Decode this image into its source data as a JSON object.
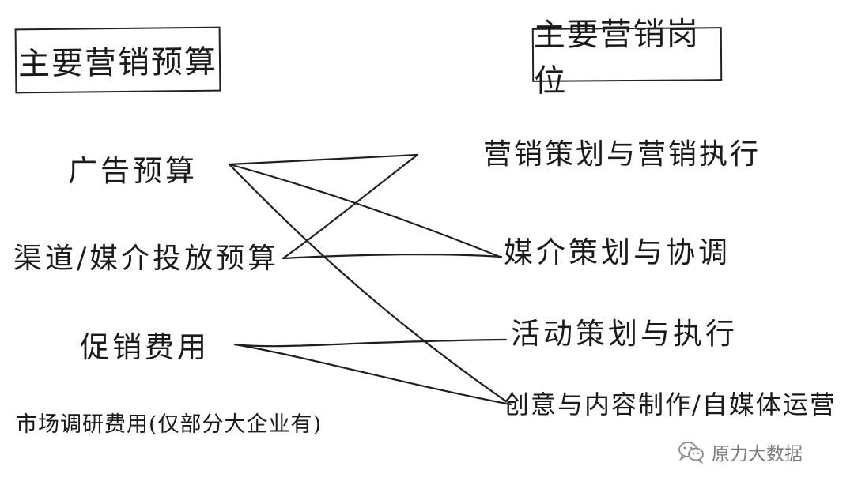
{
  "headers": {
    "left": "主要营销预算",
    "right": "主要营销岗位"
  },
  "budgets": {
    "ad": "广告预算",
    "media": "渠道/媒介投放预算",
    "promo": "促销费用",
    "research": "市场调研费用(仅部分大企业有)"
  },
  "roles": {
    "marketing": "营销策划与营销执行",
    "media": "媒介策划与协调",
    "event": "活动策划与执行",
    "creative": "创意与内容制作/自媒体运营"
  },
  "watermark": {
    "icon": "wechat-icon",
    "text": "原力大数据"
  },
  "connections": [
    {
      "from": "广告预算",
      "to": "媒介策划与协调"
    },
    {
      "from": "广告预算",
      "to": "创意与内容制作/自媒体运营"
    },
    {
      "from": "广告预算",
      "to": "渠道/媒介投放预算"
    },
    {
      "from": "渠道/媒介投放预算",
      "to": "媒介策划与协调"
    },
    {
      "from": "促销费用",
      "to": "活动策划与执行"
    },
    {
      "from": "促销费用",
      "to": "创意与内容制作/自媒体运营"
    }
  ]
}
